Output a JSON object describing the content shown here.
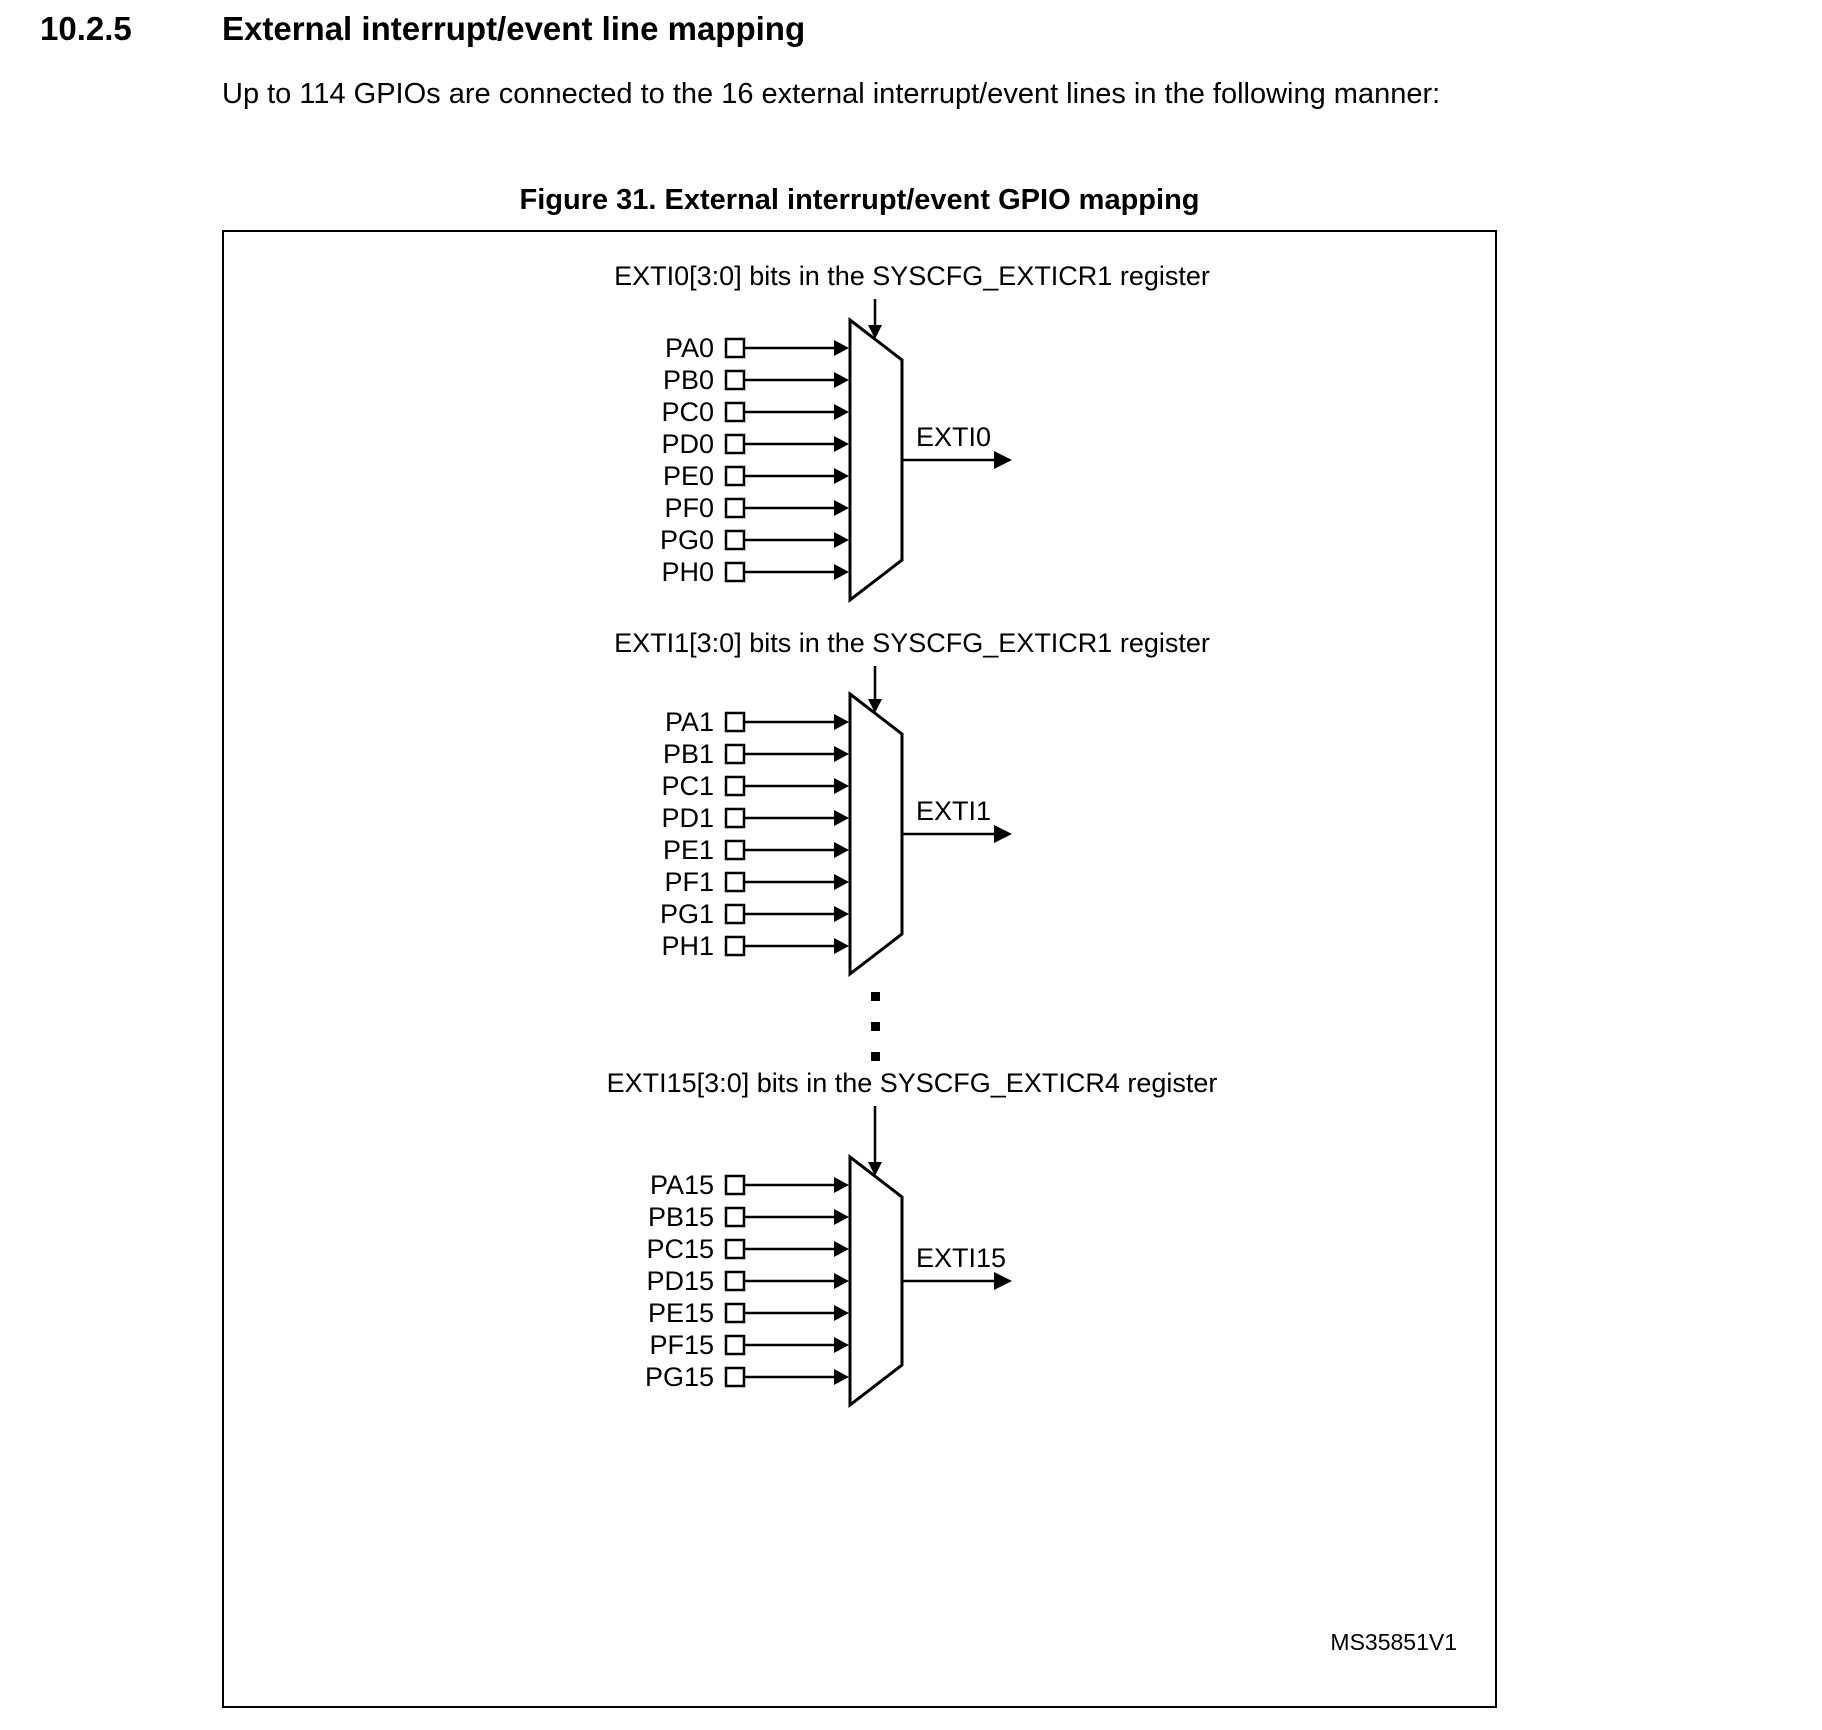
{
  "page": {
    "section_number": "10.2.5",
    "section_title": "External interrupt/event line mapping",
    "body_text": "Up to 114 GPIOs are connected to the 16 external interrupt/event lines in the following manner:",
    "figure_caption": "Figure 31. External interrupt/event GPIO mapping",
    "figure_code": "MS35851V1"
  },
  "figure": {
    "colors": {
      "line": "#000000",
      "background": "#ffffff"
    },
    "muxes": [
      {
        "register_label": "EXTI0[3:0] bits in the SYSCFG_EXTICR1 register",
        "output_label": "EXTI0",
        "inputs": [
          "PA0",
          "PB0",
          "PC0",
          "PD0",
          "PE0",
          "PF0",
          "PG0",
          "PH0"
        ]
      },
      {
        "register_label": "EXTI1[3:0] bits in the SYSCFG_EXTICR1 register",
        "output_label": "EXTI1",
        "inputs": [
          "PA1",
          "PB1",
          "PC1",
          "PD1",
          "PE1",
          "PF1",
          "PG1",
          "PH1"
        ]
      },
      {
        "register_label": "EXTI15[3:0] bits in the SYSCFG_EXTICR4 register",
        "output_label": "EXTI15",
        "inputs": [
          "PA15",
          "PB15",
          "PC15",
          "PD15",
          "PE15",
          "PF15",
          "PG15"
        ]
      }
    ]
  }
}
